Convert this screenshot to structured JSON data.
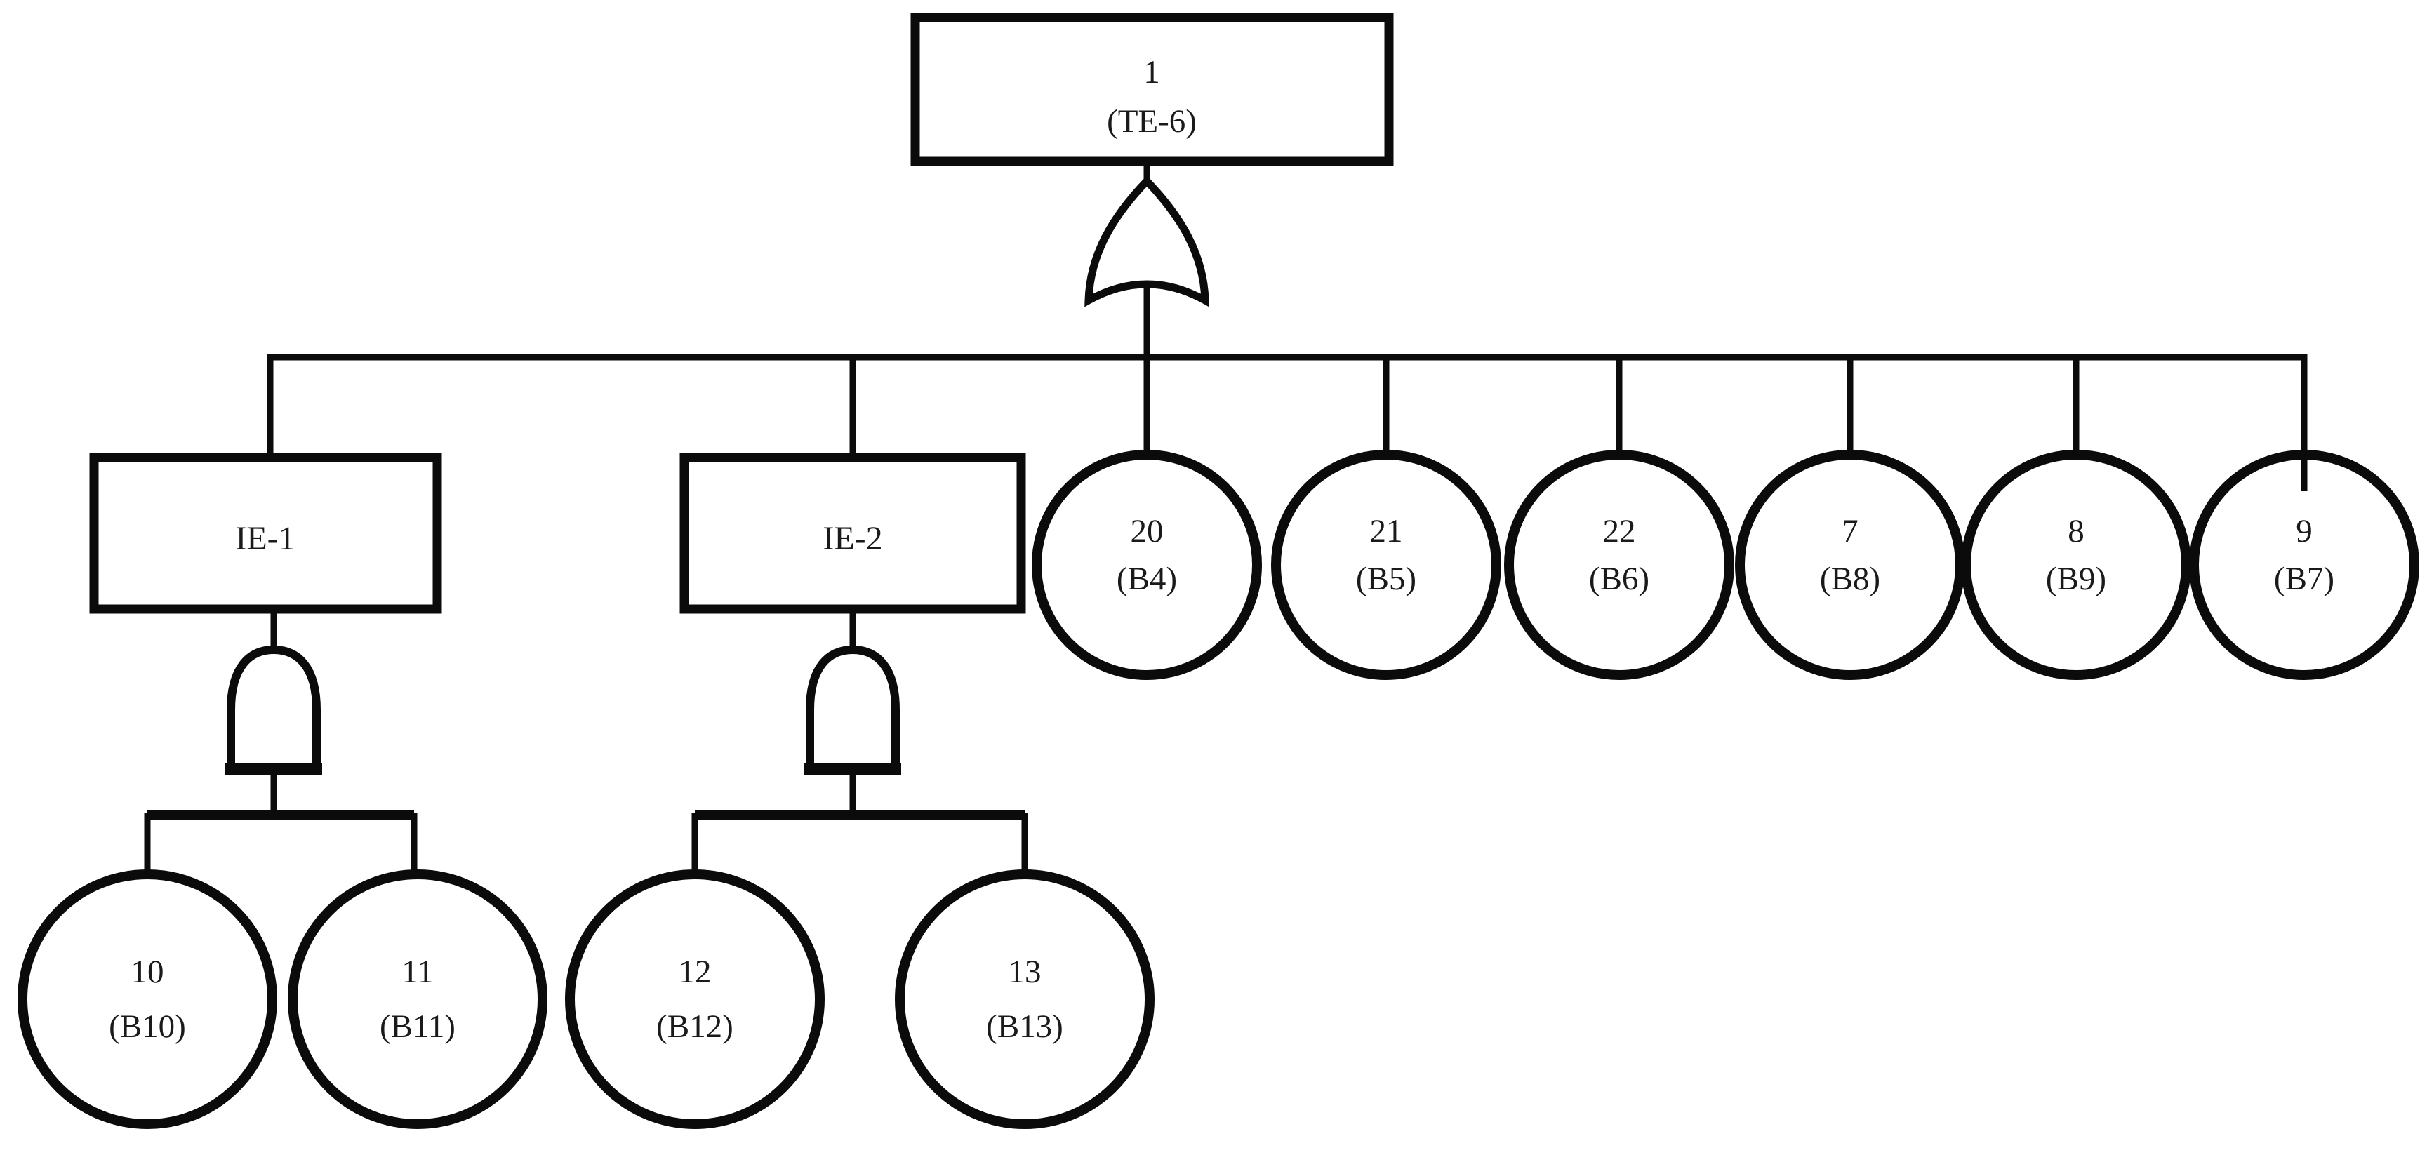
{
  "diagram": {
    "kind": "fault-tree",
    "background_color": "#ffffff",
    "line_color": "#0b0b0b",
    "top_event": {
      "id": "1",
      "code": "(TE-6)",
      "gate": "OR"
    },
    "intermediate_events": [
      {
        "label": "IE-1",
        "gate": "AND"
      },
      {
        "label": "IE-2",
        "gate": "AND"
      }
    ],
    "middle_basic_events": [
      {
        "id": "20",
        "code": "(B4)"
      },
      {
        "id": "21",
        "code": "(B5)"
      },
      {
        "id": "22",
        "code": "(B6)"
      },
      {
        "id": "7",
        "code": "(B8)"
      },
      {
        "id": "8",
        "code": "(B9)"
      },
      {
        "id": "9",
        "code": "(B7)"
      }
    ],
    "ie1_children": [
      {
        "id": "10",
        "code": "(B10)"
      },
      {
        "id": "11",
        "code": "(B11)"
      }
    ],
    "ie2_children": [
      {
        "id": "12",
        "code": "(B12)"
      },
      {
        "id": "13",
        "code": "(B13)"
      }
    ]
  }
}
